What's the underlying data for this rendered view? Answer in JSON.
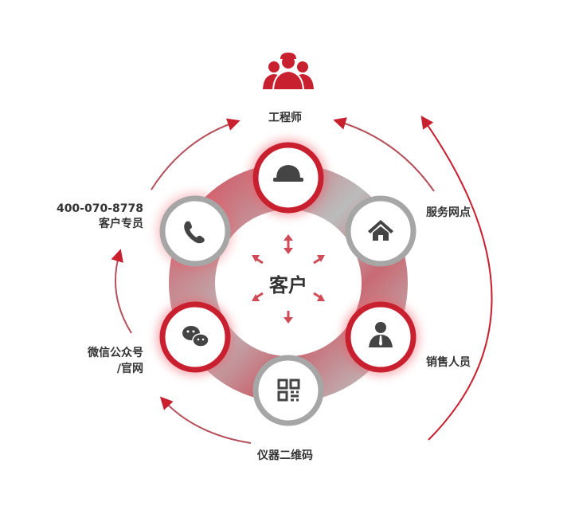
{
  "center": {
    "label": "客户"
  },
  "top": {
    "label": "工程师",
    "icon": "engineers-group-icon"
  },
  "nodes": [
    {
      "name": "engineer",
      "icon": "helmet-icon",
      "style": "red"
    },
    {
      "name": "service-outlet",
      "icon": "house-icon",
      "label": "服务网点",
      "style": "gray"
    },
    {
      "name": "sales",
      "icon": "person-tie-icon",
      "label": "销售人员",
      "style": "red"
    },
    {
      "name": "qr-code",
      "icon": "qr-code-icon",
      "label": "仪器二维码",
      "style": "gray"
    },
    {
      "name": "wechat",
      "icon": "wechat-icon",
      "label_line1": "微信公众号",
      "label_line2": "/官网",
      "style": "red"
    },
    {
      "name": "phone",
      "icon": "phone-icon",
      "label_line1": "400-070-8778",
      "label_line2": "客户专员",
      "style": "gray"
    }
  ],
  "colors": {
    "red": "#c8202f",
    "gray": "#a6a6a6",
    "icon": "#444444",
    "ring_red": "#cf5a66",
    "ring_gray": "#bdbdbd"
  }
}
